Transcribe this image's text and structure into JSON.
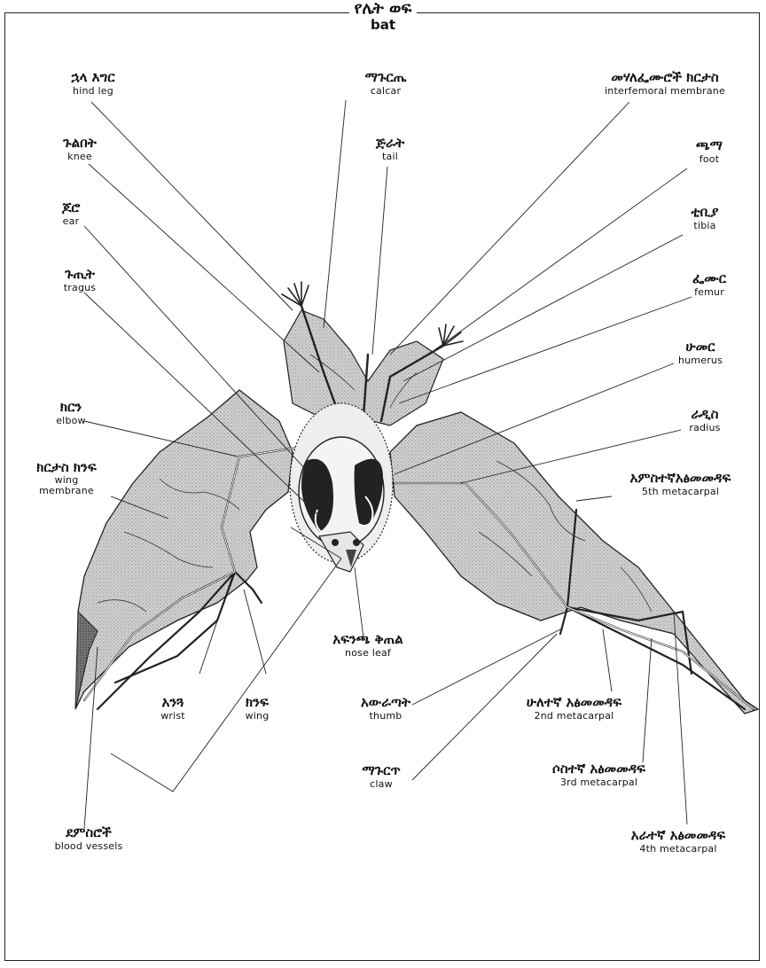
{
  "title": {
    "amharic": "የሌት ወፍ",
    "english": "bat"
  },
  "labels": {
    "hind_leg": {
      "am": "ኋላ እግር",
      "en": "hind leg"
    },
    "calcar": {
      "am": "ማጉርጤ",
      "en": "calcar"
    },
    "interfemoral_membrane": {
      "am": "መሃለፌሙሮች ክርታስ",
      "en": "interfemoral membrane"
    },
    "knee": {
      "am": "ጉልበት",
      "en": "knee"
    },
    "tail": {
      "am": "ጅራት",
      "en": "tail"
    },
    "foot": {
      "am": "ጫማ",
      "en": "foot"
    },
    "ear": {
      "am": "ጆሮ",
      "en": "ear"
    },
    "tibia": {
      "am": "ቲቢያ",
      "en": "tibia"
    },
    "tragus": {
      "am": "ጉጢት",
      "en": "tragus"
    },
    "femur": {
      "am": "ፌሙር",
      "en": "femur"
    },
    "humerus": {
      "am": "ሁመር",
      "en": "humerus"
    },
    "elbow": {
      "am": "ክርን",
      "en": "elbow"
    },
    "radius": {
      "am": "ራዲስ",
      "en": "radius"
    },
    "wing_membrane": {
      "am": "ክርታስ ክንፍ",
      "en": "wing membrane"
    },
    "fifth_metacarpal": {
      "am": "አምስተኛአፅመመዳፍ",
      "en": "5th metacarpal"
    },
    "nose_leaf": {
      "am": "አፍንጫ ቅጠል",
      "en": "nose leaf"
    },
    "wrist": {
      "am": "አንጓ",
      "en": "wrist"
    },
    "wing": {
      "am": "ክንፍ",
      "en": "wing"
    },
    "thumb": {
      "am": "አውራጣት",
      "en": "thumb"
    },
    "second_metacarpal": {
      "am": "ሁለተኛ አፅመመዳፍ",
      "en": "2nd metacarpal"
    },
    "claw": {
      "am": "ማጉርጥ",
      "en": "claw"
    },
    "third_metacarpal": {
      "am": "ሶስተኛ አፅመመዳፍ",
      "en": "3rd metacarpal"
    },
    "blood_vessels": {
      "am": "ደምስሮች",
      "en": "blood vessels"
    },
    "fourth_metacarpal": {
      "am": "አራተኛ አፅመመዳፍ",
      "en": "4th metacarpal"
    }
  },
  "colors": {
    "ink": "#111111",
    "membrane": "#c9c9c9",
    "bone": "#ffffff"
  }
}
